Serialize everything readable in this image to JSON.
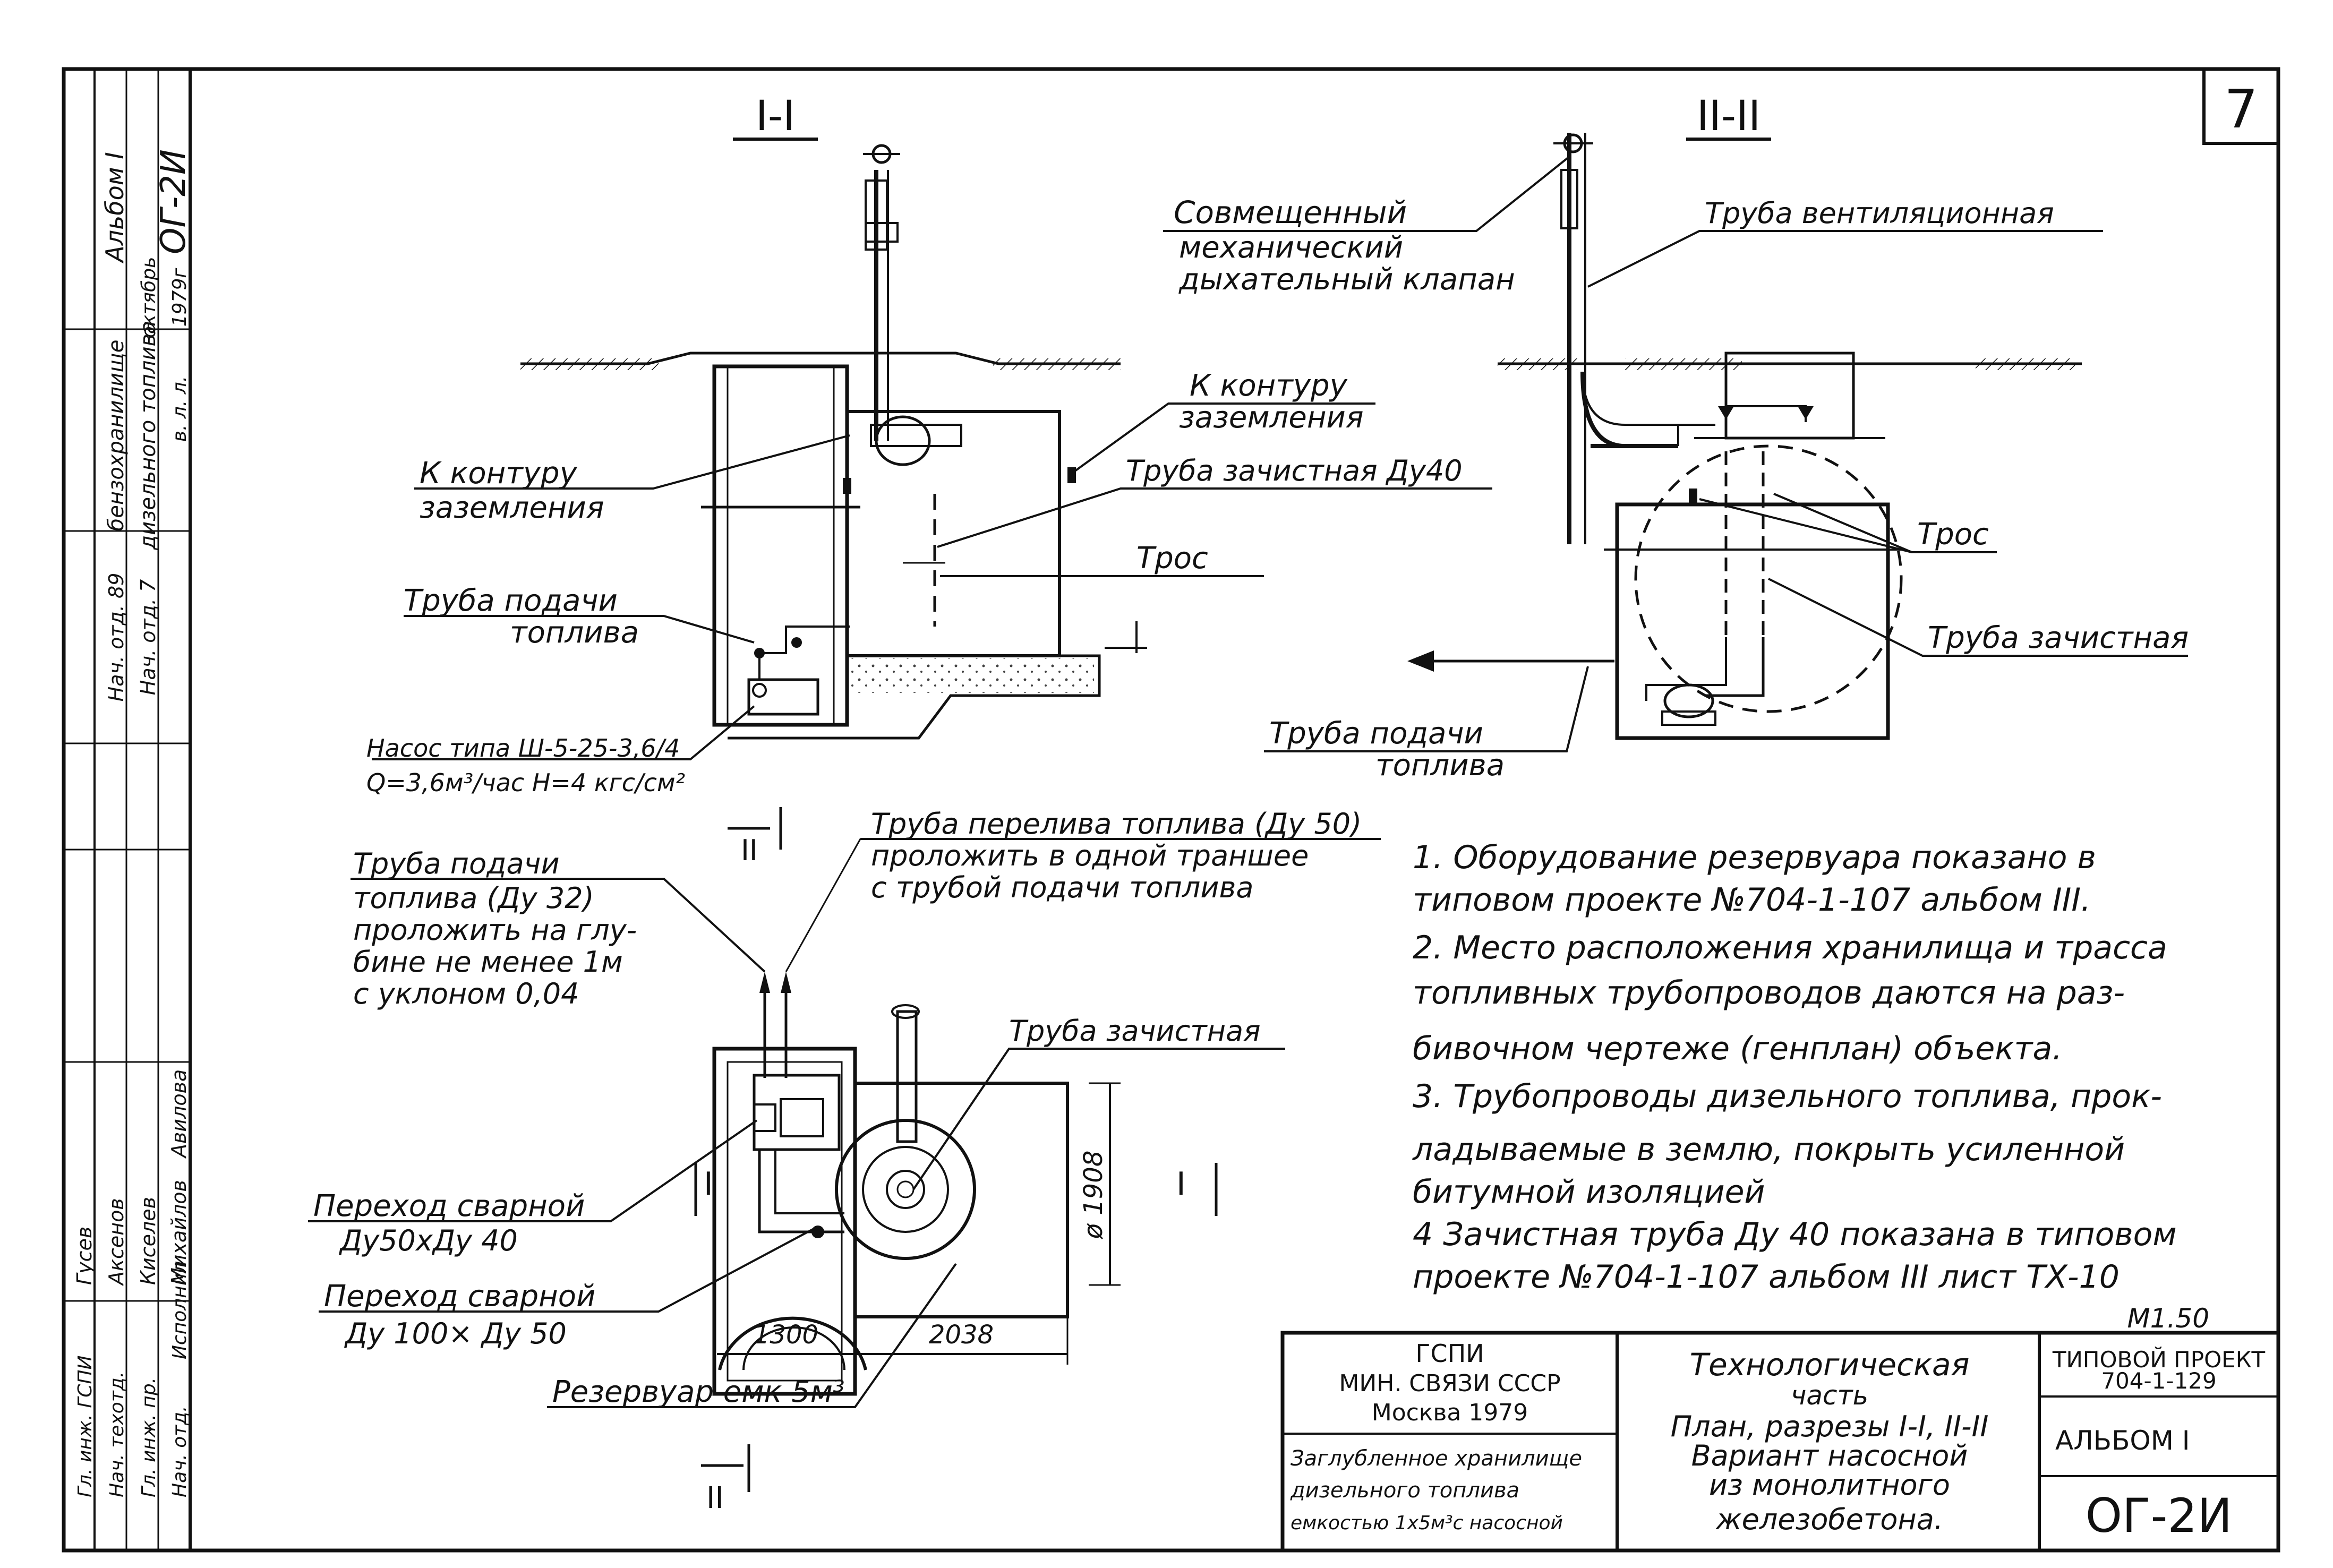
{
  "sheet_number": "7",
  "sections": {
    "s1": "I-I",
    "s2": "II-II",
    "cut_marks": {
      "left": "I",
      "right": "I",
      "top": "II",
      "bottom": "II"
    }
  },
  "labels": {
    "k_konturu_left_1": "К контуру",
    "k_konturu_left_2": "заземления",
    "k_konturu_right_1": "К контуру",
    "k_konturu_right_2": "заземления",
    "truba_podachi_1_1": "Труба подачи",
    "truba_podachi_1_2": "топлива",
    "truba_zachistnaya_du40": "Труба зачистная Ду40",
    "tros_1": "Трос",
    "nasos_1": "Насос типа Ш-5-25-3,6/4",
    "nasos_2": "Q=3,6м³/час  Н=4 кгс/см²",
    "sovm_1": "Совмещенный",
    "sovm_2": "механический",
    "sovm_3": "дыхательный клапан",
    "truba_vent": "Труба вентиляционная",
    "tros_2": "Трос",
    "truba_zachistnaya_2": "Труба зачистная",
    "truba_podachi_2_1": "Труба подачи",
    "truba_podachi_2_2": "топлива",
    "pereliv_1": "Труба перелива топлива (Ду 50)",
    "pereliv_2": "проложить в одной траншее",
    "pereliv_3": "с трубой подачи топлива",
    "podachi_plan_1": "Труба подачи",
    "podachi_plan_2": "топлива (Ду 32)",
    "podachi_plan_3": "проложить на глу-",
    "podachi_plan_4": "бине не менее 1м",
    "podachi_plan_5": "с уклоном 0,04",
    "truba_zachistnaya_plan": "Труба зачистная",
    "perehod1_1": "Переход сварной",
    "perehod1_2": "Ду50хДу 40",
    "perehod2_1": "Переход сварной",
    "perehod2_2": "Ду 100× Ду 50",
    "rezervuar": "Резервуар емк 5м³",
    "dim_1300": "1300",
    "dim_2038": "2038",
    "dim_1908": "ø 1908"
  },
  "notes": [
    "1.  Оборудование  резервуара показано в",
    "     типовом  проекте №704-1-107 альбом III.",
    "2.  Место расположения хранилища и трасса",
    "     топливных трубопроводов даются на раз-",
    "     бивочном  чертеже (генплан)  объекта.",
    "3.  Трубопроводы  дизельного топлива, прок-",
    "     ладываемые в землю, покрыть усиленной",
    "     битумной  изоляцией",
    "4   Зачистная  труба Ду 40 показана в типовом",
    "     проекте №704-1-107 альбом III лист ТХ-10"
  ],
  "scale": "М1.50",
  "title_block": {
    "org_1": "ГСПИ",
    "org_2": "МИН. СВЯЗИ СССР",
    "org_3": "Москва 1979",
    "desc_1": "Заглубленное хранилище",
    "desc_2": "дизельного топлива",
    "desc_3": "емкостью 1х5м³с насосной",
    "title_1": "Технологическая",
    "title_2": "часть",
    "title_3": "План, разрезы I-I, II-II",
    "title_4": "Вариант насосной",
    "title_5": "из монолитного",
    "title_6": "железобетона.",
    "project_1": "ТИПОВОЙ ПРОЕКТ",
    "project_2": "704-1-129",
    "album": "АЛЬБОМ I",
    "code": "ОГ-2И"
  },
  "side_stamp": {
    "album": "Альбом I",
    "code": "ОГ-2И",
    "date_1": "октябрь",
    "date_2": "1979г",
    "sheet": "в. л.  л.",
    "c1": "бензохранилище",
    "c2": "дизельного топлива",
    "roles": [
      "Гл. инж. ГСПИ",
      "Нач. техотд.",
      "Гл. инж. пр.",
      "Нач. отд.",
      "Исполнил"
    ],
    "names": [
      "Аксенов",
      "Киселев",
      "Михайлов",
      "Гусев",
      "Авилова"
    ],
    "extra_roles": [
      "Нач. отд. 89",
      "Нач. отд. 7"
    ]
  }
}
